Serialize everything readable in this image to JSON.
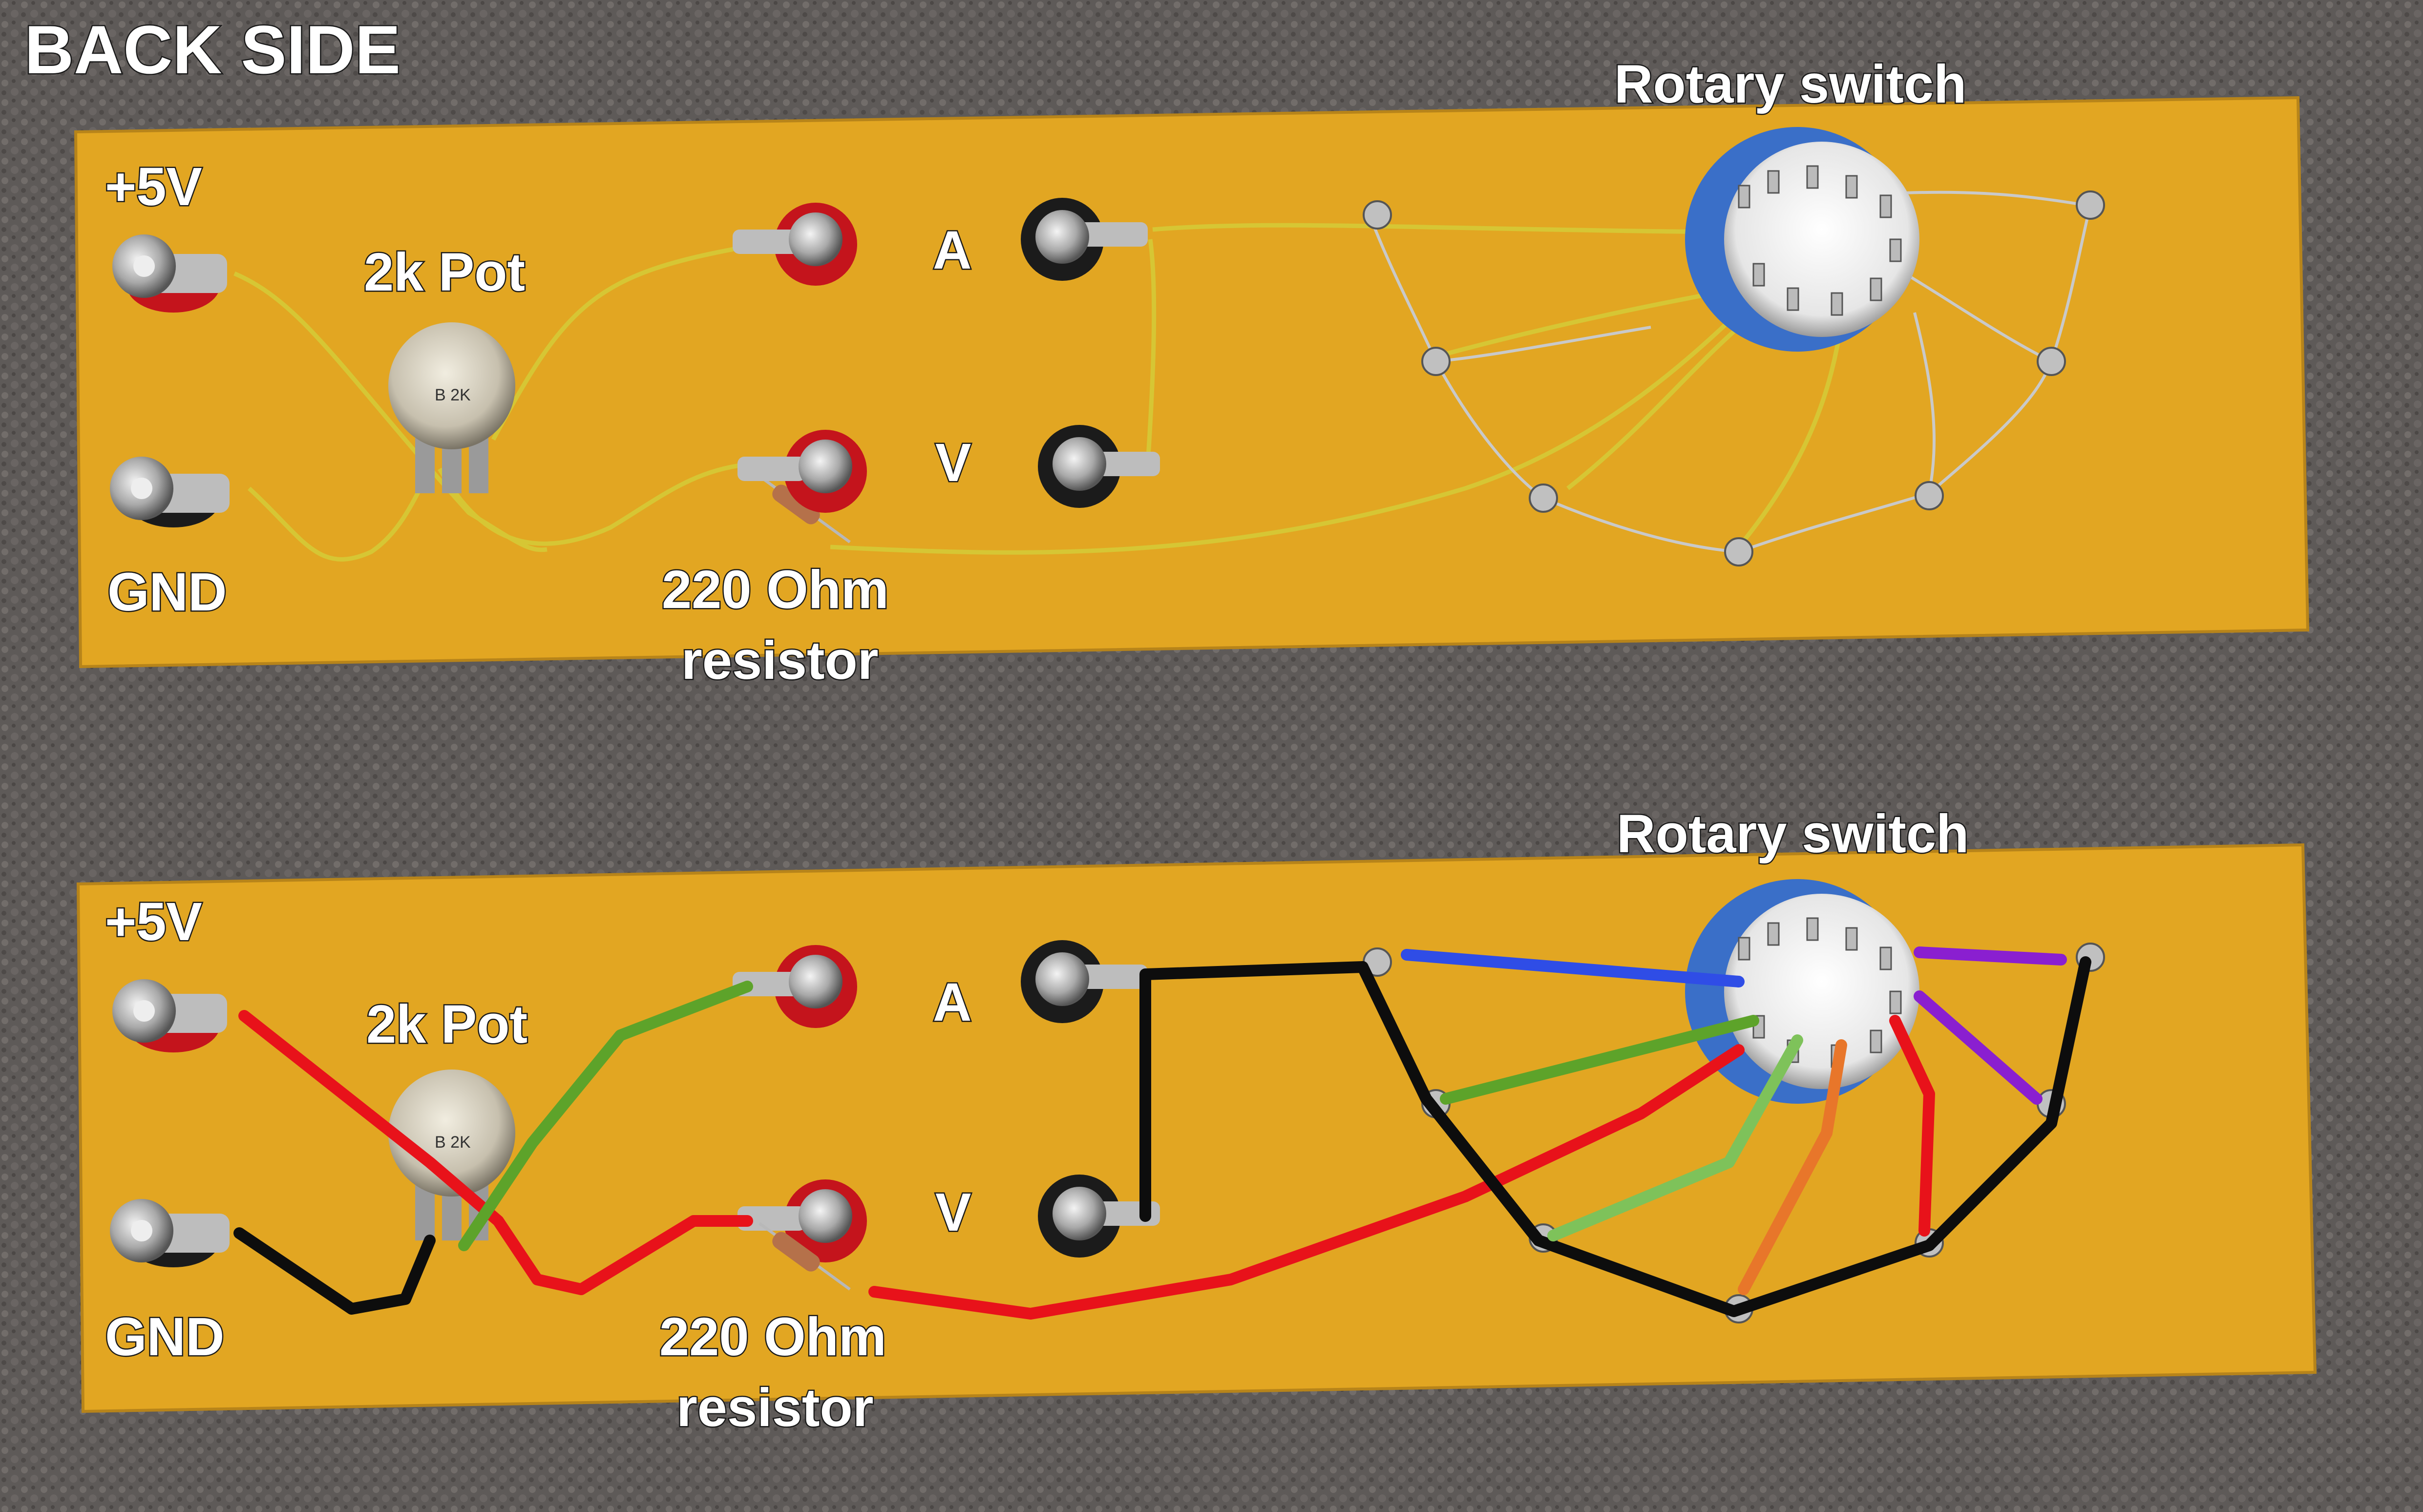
{
  "heading": "BACK SIDE",
  "panels": [
    {
      "id": "photo",
      "labels": {
        "plus5v": "+5V",
        "gnd": "GND",
        "pot": "2k Pot",
        "a": "A",
        "v": "V",
        "resistor_line1": "220 Ohm",
        "resistor_line2": "resistor",
        "rotary": "Rotary switch"
      },
      "pot_marking": "B 2K"
    },
    {
      "id": "annotated",
      "labels": {
        "plus5v": "+5V",
        "gnd": "GND",
        "pot": "2k Pot",
        "a": "A",
        "v": "V",
        "resistor_line1": "220 Ohm",
        "resistor_line2": "resistor",
        "rotary": "Rotary switch"
      },
      "pot_marking": "B 2K",
      "wire_colors": {
        "red": "#e8121a",
        "black": "#0d0d0d",
        "green": "#5da32a",
        "light_green": "#7ec25a",
        "blue": "#2f4de6",
        "purple": "#8a1fd0",
        "orange": "#e8762a"
      }
    }
  ],
  "colors": {
    "board": "#e2a622",
    "carpet": "#5e5a58",
    "label_text": "#ffffff",
    "photo_wire": "#d6c634",
    "terminal_red": "#c4141c",
    "terminal_black": "#1b1b1b"
  }
}
